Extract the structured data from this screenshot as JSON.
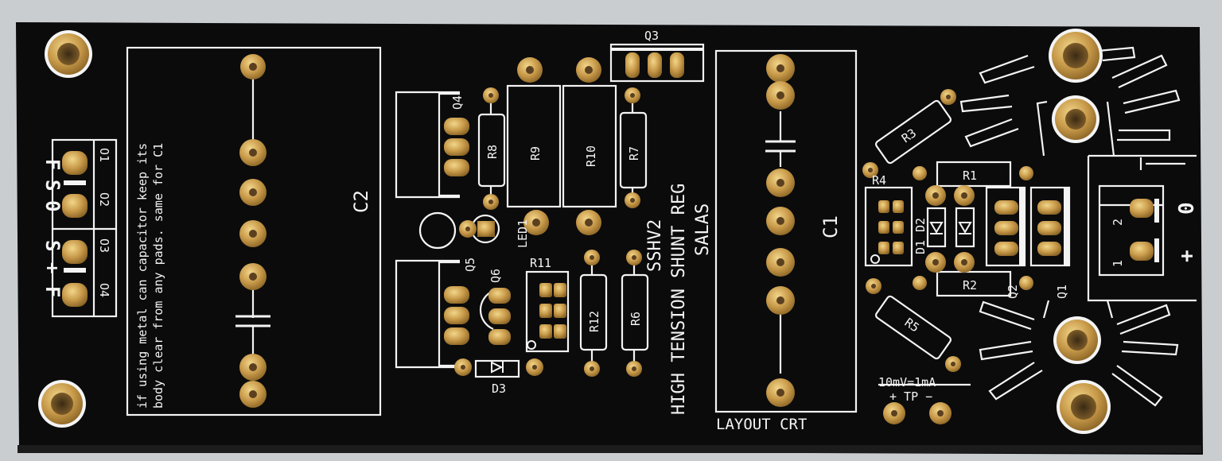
{
  "colors": {
    "background": "#c9cdd0",
    "board": "#0b0b0c",
    "silkscreen": "#f4f4f4",
    "pad_gold": "#c89a4a",
    "pad_hole": "#5b4020"
  },
  "board": {
    "title_line1": "HIGH TENSION SHUNT REG",
    "title_line2": "SSHV2",
    "title_line3": "SALAS",
    "layout_credit": "LAYOUT CRT",
    "note_line1": "if using metal can capacitor keep its",
    "note_line2": "body clear from any pads. same for C1",
    "tp_scale": "10mV=1mA",
    "tp_label": "+ TP −"
  },
  "left_connector": {
    "labels": [
      "F",
      "S",
      "0",
      "S",
      "+",
      "F"
    ],
    "pins": [
      "O1",
      "O2",
      "O3",
      "O4"
    ]
  },
  "right_connector": {
    "symbols": [
      "0",
      "+"
    ],
    "pins": [
      "2",
      "1"
    ]
  },
  "refs": {
    "c1": "C1",
    "c2": "C2",
    "q1": "Q1",
    "q2": "Q2",
    "q3": "Q3",
    "q4": "Q4",
    "q5": "Q5",
    "q6": "Q6",
    "r1": "R1",
    "r2": "R2",
    "r3": "R3",
    "r4": "R4",
    "r5": "R5",
    "r6": "R6",
    "r7": "R7",
    "r8": "R8",
    "r9": "R9",
    "r10": "R10",
    "r11": "R11",
    "r12": "R12",
    "d1": "D1",
    "d2": "D2",
    "d3": "D3",
    "led1": "LED1"
  }
}
